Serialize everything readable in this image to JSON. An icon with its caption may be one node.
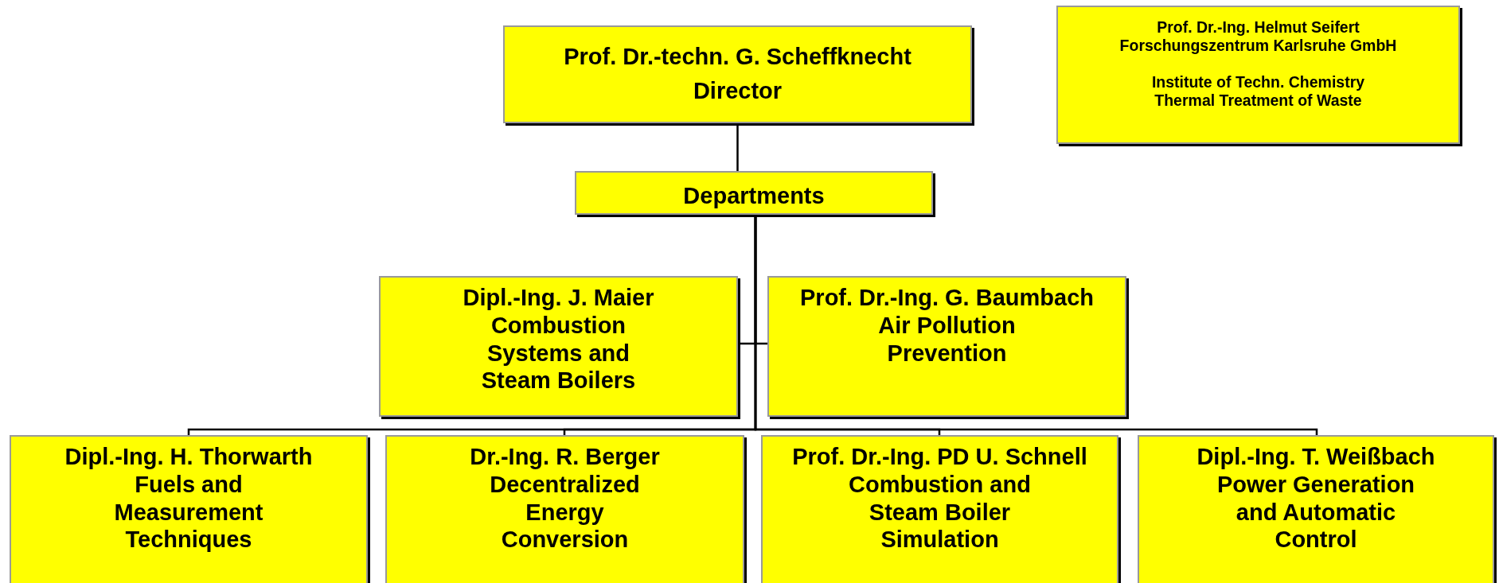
{
  "diagram": {
    "nodes": [
      {
        "text": [
          "Prof. Dr.-techn. G. Scheffknecht",
          "Director"
        ]
      },
      {
        "text": [
          "Prof. Dr.-Ing. Helmut Seifert",
          "Forschungszentrum Karlsruhe GmbH",
          "Institute of Techn. Chemistry",
          "Thermal Treatment of Waste"
        ]
      },
      {
        "text": [
          "Departments"
        ]
      },
      {
        "text": [
          "Dipl.-Ing. J. Maier",
          "Combustion Systems and Steam Boilers"
        ]
      },
      {
        "text": [
          "Prof. Dr.-Ing. G. Baumbach",
          "Air Pollution Prevention"
        ]
      },
      {
        "text": [
          "Dipl.-Ing. H. Thorwarth",
          "Fuels and Measurement Techniques"
        ]
      },
      {
        "text": [
          "Dr.-Ing. R. Berger",
          "Decentralized Energy Conversion"
        ]
      },
      {
        "text": [
          "Prof. Dr.-Ing. PD U. Schnell",
          "Combustion and Steam Boiler Simulation"
        ]
      },
      {
        "text": [
          "Dipl.-Ing. T. Weißbach",
          "Power Generation and Automatic Control"
        ]
      }
    ],
    "edges": [
      {
        "from": 0,
        "to": 2,
        "arrow": "none"
      },
      {
        "from": 2,
        "to": 3,
        "arrow": "none"
      },
      {
        "from": 2,
        "to": 4,
        "arrow": "none"
      },
      {
        "from": 2,
        "to": 5,
        "arrow": "none"
      },
      {
        "from": 2,
        "to": 6,
        "arrow": "none"
      },
      {
        "from": 2,
        "to": 7,
        "arrow": "none"
      },
      {
        "from": 2,
        "to": 8,
        "arrow": "none"
      }
    ]
  }
}
